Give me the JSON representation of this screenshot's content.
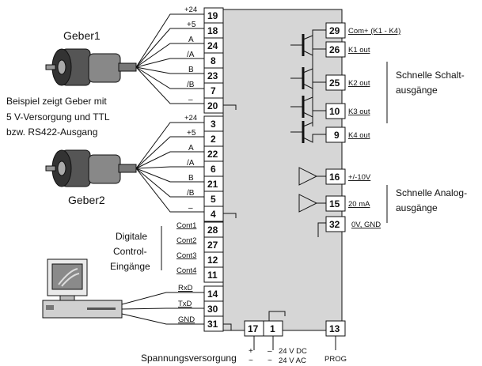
{
  "encoder1": {
    "title": "Geber1",
    "pins": [
      {
        "num": "19",
        "signal": "+24"
      },
      {
        "num": "18",
        "signal": "+5"
      },
      {
        "num": "24",
        "signal": "A"
      },
      {
        "num": "8",
        "signal": "/A"
      },
      {
        "num": "23",
        "signal": "B"
      },
      {
        "num": "7",
        "signal": "/B"
      },
      {
        "num": "20",
        "signal": "–"
      }
    ]
  },
  "encoder2": {
    "title": "Geber2",
    "pins": [
      {
        "num": "3",
        "signal": "+24"
      },
      {
        "num": "2",
        "signal": "+5"
      },
      {
        "num": "22",
        "signal": "A"
      },
      {
        "num": "6",
        "signal": "/A"
      },
      {
        "num": "21",
        "signal": "B"
      },
      {
        "num": "5",
        "signal": "/B"
      },
      {
        "num": "4",
        "signal": "–"
      }
    ]
  },
  "example_note": [
    "Beispiel zeigt Geber mit",
    "5 V-Versorgung  und TTL",
    "bzw. RS422-Ausgang"
  ],
  "control_inputs": {
    "label": [
      "Digitale",
      "Control-",
      "Eingänge"
    ],
    "pins": [
      {
        "num": "28",
        "signal": "Cont1"
      },
      {
        "num": "27",
        "signal": "Cont2"
      },
      {
        "num": "12",
        "signal": "Cont3"
      },
      {
        "num": "11",
        "signal": "Cont4"
      }
    ]
  },
  "serial": {
    "pins": [
      {
        "num": "14",
        "signal": "RxD"
      },
      {
        "num": "30",
        "signal": "TxD"
      },
      {
        "num": "31",
        "signal": "GND"
      }
    ]
  },
  "switch_outputs": {
    "label": [
      "Schnelle Schalt-",
      "ausgänge"
    ],
    "pins": [
      {
        "num": "29",
        "signal": "Com+ (K1 - K4)"
      },
      {
        "num": "26",
        "signal": "K1 out"
      },
      {
        "num": "25",
        "signal": "K2 out"
      },
      {
        "num": "10",
        "signal": "K3 out"
      },
      {
        "num": "9",
        "signal": "K4 out"
      }
    ]
  },
  "analog_outputs": {
    "label": [
      "Schnelle Analog-",
      "ausgänge"
    ],
    "pins": [
      {
        "num": "16",
        "signal": "+/-10V"
      },
      {
        "num": "15",
        "signal": "20 mA"
      },
      {
        "num": "32",
        "signal": "0V, GND"
      }
    ]
  },
  "supply": {
    "label": "Spannungsversorgung",
    "pin17": "17",
    "pin1": "1",
    "plus": "+",
    "minus": "–",
    "tilde": "~",
    "dc": "24 V DC",
    "ac": "24 V AC"
  },
  "prog": {
    "num": "13",
    "label": "PROG"
  }
}
